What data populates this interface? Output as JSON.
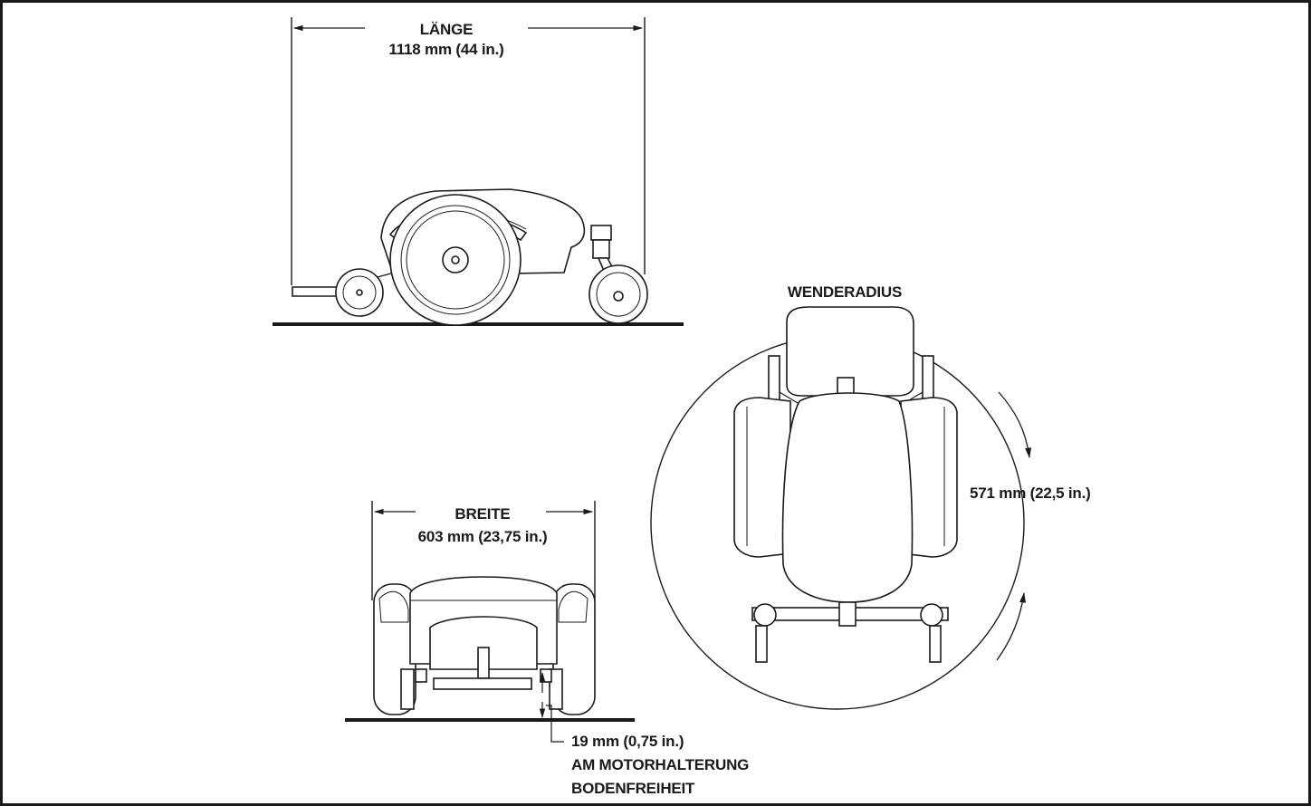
{
  "figure": {
    "side_view": {
      "title": "LÄNGE",
      "dimension": "1118 mm (44 in.)"
    },
    "front_view": {
      "title": "BREITE",
      "dimension": "603 mm (23,75 in.)",
      "clearance_value": "19 mm (0,75 in.)",
      "clearance_location": "AM MOTORHALTERUNG",
      "clearance_label": "BODENFREIHEIT"
    },
    "top_view": {
      "title": "WENDERADIUS",
      "dimension": "571 mm (22,5 in.)"
    }
  },
  "colors": {
    "line": "#1a1a1a",
    "background": "#ffffff"
  }
}
